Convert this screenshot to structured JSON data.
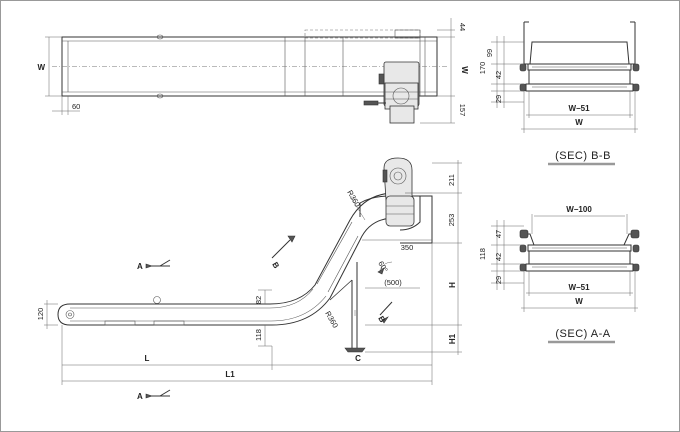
{
  "top_view": {
    "w_left": "W",
    "w_right": "W",
    "d_60": "60",
    "d_44": "44",
    "d_157": "157"
  },
  "sec_bb": {
    "title": "(SEC)  B-B",
    "d_99": "99",
    "d_170": "170",
    "d_42": "42",
    "d_29": "29",
    "w51": "W−51",
    "w": "W"
  },
  "sec_aa": {
    "title": "(SEC)  A-A",
    "w100": "W−100",
    "d_47": "47",
    "d_118": "118",
    "d_42": "42",
    "d_29": "29",
    "w51": "W−51",
    "w": "W"
  },
  "side_view": {
    "d_120": "120",
    "d_118": "118",
    "d_82": "82",
    "d_211": "211",
    "d_253": "253",
    "d_350": "350",
    "r360_top": "R360",
    "r360_bottom": "R360",
    "angle": "60°",
    "d_500": "(500)",
    "h": "H",
    "h1": "H1",
    "l": "L",
    "c": "C",
    "l1": "L1",
    "b_upper": "B",
    "b_lower": "B",
    "a_upper": "A",
    "a_lower": "A"
  }
}
